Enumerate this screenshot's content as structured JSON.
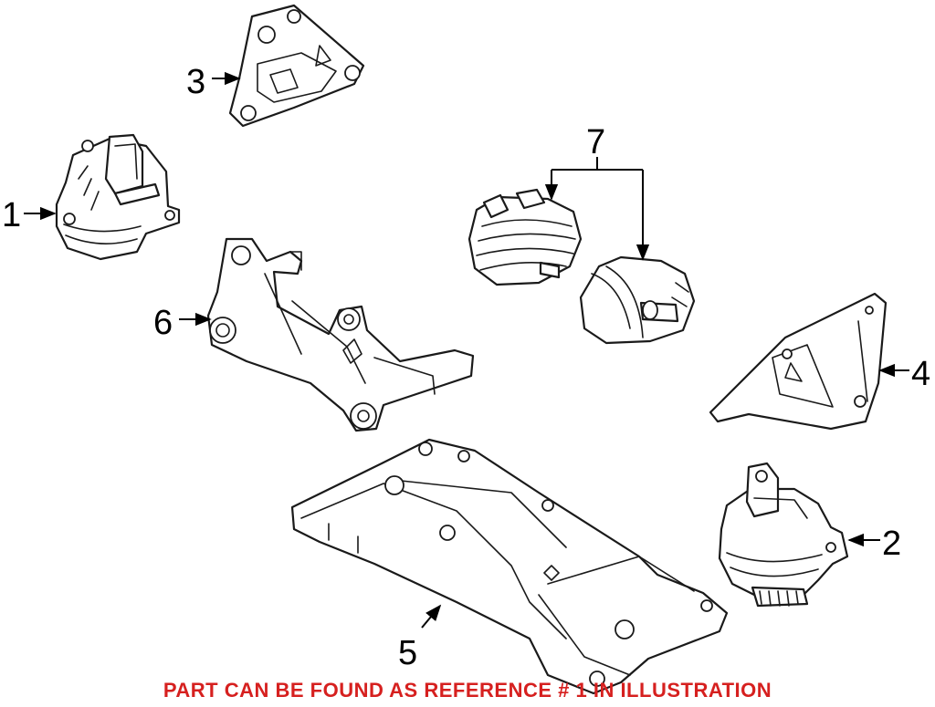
{
  "callouts": {
    "c1": "1",
    "c2": "2",
    "c3": "3",
    "c4": "4",
    "c5": "5",
    "c6": "6",
    "c7": "7"
  },
  "notice": {
    "text": "PART CAN BE FOUND AS REFERENCE # 1 IN ILLUSTRATION",
    "color": "#d6201f"
  }
}
